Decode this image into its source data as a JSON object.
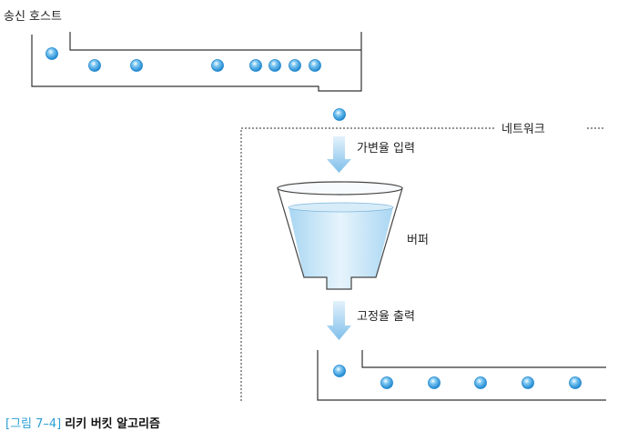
{
  "labels": {
    "sender_host": "송신 호스트",
    "network": "네트워크",
    "variable_input": "가변율 입력",
    "buffer": "버퍼",
    "fixed_output": "고정율 출력"
  },
  "caption": {
    "figure_number": "[그림 7–4]",
    "title": "리키 버킷 알고리즘"
  },
  "colors": {
    "packet": "#2f9fe0",
    "arrow": "#8ec8ef",
    "water": "#bfe0f4",
    "caption_accent": "#2a9fd6"
  },
  "packet_counts": {
    "sender_queue": 8,
    "in_transit": 1,
    "receiver_queue": 6
  }
}
